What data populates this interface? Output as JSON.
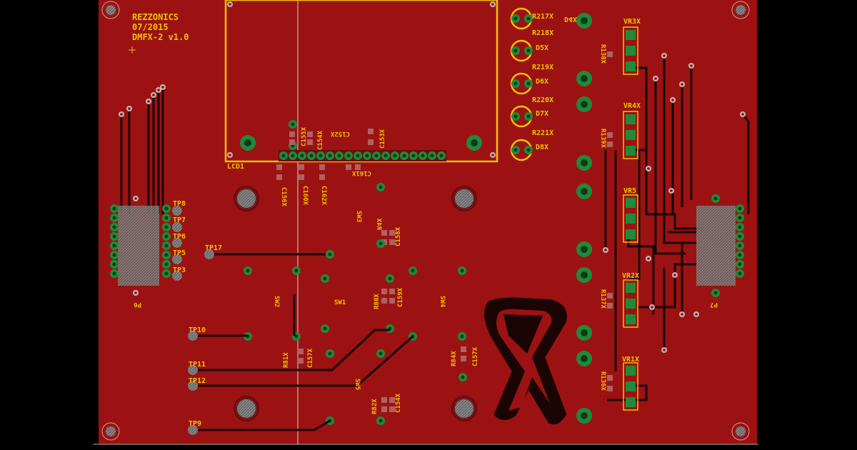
{
  "board": {
    "header": {
      "company": "REZZONICS",
      "date": "07/2015",
      "revision": "DMFX-2 v1.0"
    },
    "colors": {
      "background": "#000000",
      "board_fill": "#9c1212",
      "copper_trace": "#1a0404",
      "silkscreen": "#f2c200",
      "pad": "#1f8a3a",
      "via": "#aa2222"
    },
    "labels": {
      "lcd": "LCD1",
      "tp8": "TP8",
      "tp7": "TP7",
      "tp6": "TP6",
      "tp5": "TP5",
      "tp3": "TP3",
      "tp17": "TP17",
      "tp10": "TP10",
      "tp11": "TP11",
      "tp12": "TP12",
      "tp9": "TP9",
      "p6": "P6",
      "p7": "P7",
      "sw1": "SW1",
      "sw2": "SW2",
      "sw3": "SW3",
      "sw4": "SW4",
      "sw5": "SW5",
      "vr1": "VR1X",
      "vr2": "VR2X",
      "vr3": "VR3X",
      "vr4": "VR4X",
      "vr5": "VR5",
      "d4": "D4X",
      "d5": "D5X",
      "d6": "D6X",
      "d7": "D7X",
      "d8": "D8X",
      "r217": "R217X",
      "r218": "R218X",
      "r219": "R219X",
      "r220": "R220X",
      "r221": "R221X",
      "c152": "C152X",
      "c153": "C153X",
      "c154": "C154X",
      "c155": "C155X",
      "c156": "C156X",
      "c157": "C157X",
      "c158": "C158X",
      "c159": "C159X",
      "c160": "C160X",
      "c161": "C161X",
      "c162": "C162X",
      "r4": "R4X",
      "r80": "R80X",
      "r81": "R81X",
      "r82": "R82X",
      "r84": "R84X",
      "r136": "R136X",
      "r137": "R137X",
      "r138": "R138X",
      "r139": "R139X"
    },
    "logo_text": "RZ"
  }
}
